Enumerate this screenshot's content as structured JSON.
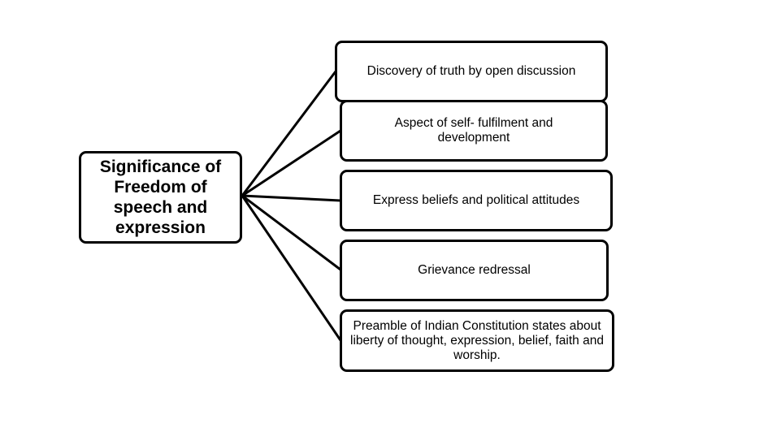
{
  "center": {
    "label": "Significance of Freedom of speech and expression"
  },
  "branches": [
    {
      "label": "Discovery of truth by open discussion"
    },
    {
      "label": "Aspect of self- fulfilment and development"
    },
    {
      "label": "Express beliefs and political attitudes"
    },
    {
      "label": "Grievance redressal"
    },
    {
      "label": "Preamble of Indian Constitution states about liberty of thought, expression, belief, faith and worship."
    }
  ],
  "colors": {
    "line": "#000000",
    "border": "#000000",
    "background": "#ffffff"
  }
}
